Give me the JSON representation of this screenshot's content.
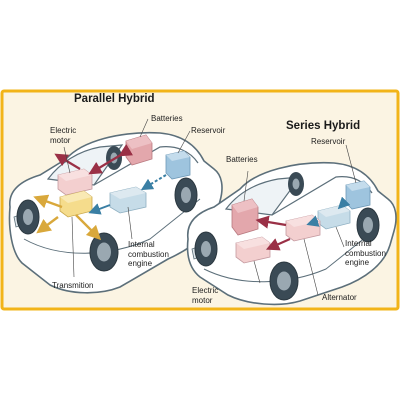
{
  "colors": {
    "frame_border": "#f2b419",
    "background": "#fbf4e3",
    "car_body": "#ffffff",
    "car_outline": "#5c6f7a",
    "tire": "#3a4a55",
    "battery": "#e3a7ac",
    "engine": "#c6dce8",
    "motor": "#f3cfcf",
    "transmission": "#f5dc8c",
    "reservoir": "#9ec4de",
    "arrow_electric": "#9a3046",
    "arrow_fuel": "#3a7fa4",
    "arrow_drive": "#d9a83b"
  },
  "parallel": {
    "title": "Parallel Hybrid",
    "labels": {
      "electric_motor": "Electric\nmotor",
      "batteries": "Batteries",
      "reservoir": "Reservoir",
      "engine": "Internal\ncombustion\nengine",
      "transmission": "Transmition"
    }
  },
  "series": {
    "title": "Series Hybrid",
    "labels": {
      "batteries": "Batteries",
      "reservoir": "Reservoir",
      "engine": "Internal\ncombustion\nengine",
      "electric_motor": "Electric\nmotor",
      "alternator": "Alternator"
    }
  }
}
